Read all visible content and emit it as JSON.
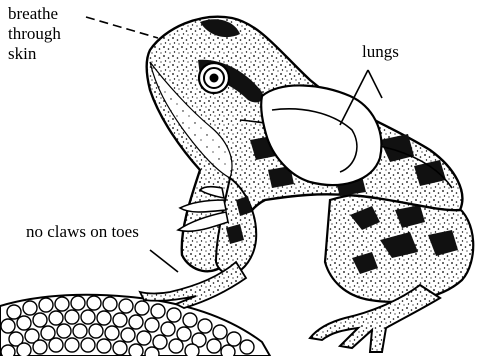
{
  "labels": {
    "breathe": [
      "breathe",
      "through",
      "skin"
    ],
    "lungs": "lungs",
    "claws": "no claws on toes"
  }
}
